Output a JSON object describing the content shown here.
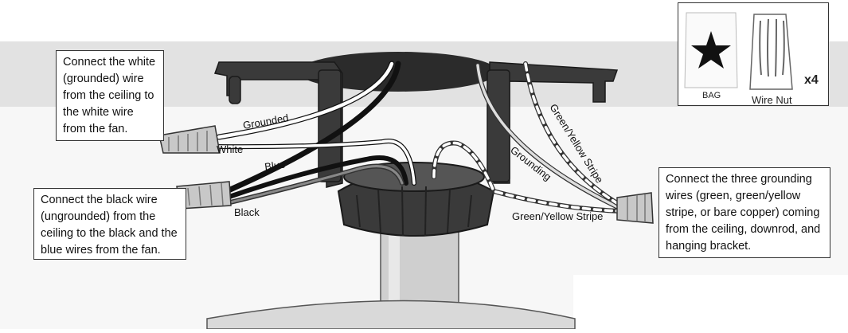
{
  "callouts": {
    "white": "Connect the white (grounded) wire from the ceiling to the white wire from the fan.",
    "black": "Connect the black wire (ungrounded) from the ceiling to the black and the blue wires from the fan.",
    "ground": "Connect the three grounding wires (green, green/yellow stripe, or bare copper) coming from the ceiling, downrod, and hanging bracket."
  },
  "wire_labels": {
    "grounded": "Grounded",
    "white": "White",
    "blue": "Blue",
    "black": "Black",
    "grounding": "Grounding",
    "green_yellow_stripe_1": "Green/Yellow Stripe",
    "green_yellow_stripe_2": "Green/Yellow Stripe"
  },
  "legend": {
    "bag_label": "BAG",
    "wire_nut_label": "Wire Nut",
    "quantity": "x4",
    "bag_icon": "star-icon"
  },
  "colors": {
    "ceiling_band": "#e2e2e2",
    "bracket": "#3a3a3a",
    "canopy": "#2b2b2b",
    "downrod": "#cfcfcf",
    "wire_black": "#111111",
    "wire_white": "#ffffff",
    "wire_nut": "#c8c8c8"
  }
}
